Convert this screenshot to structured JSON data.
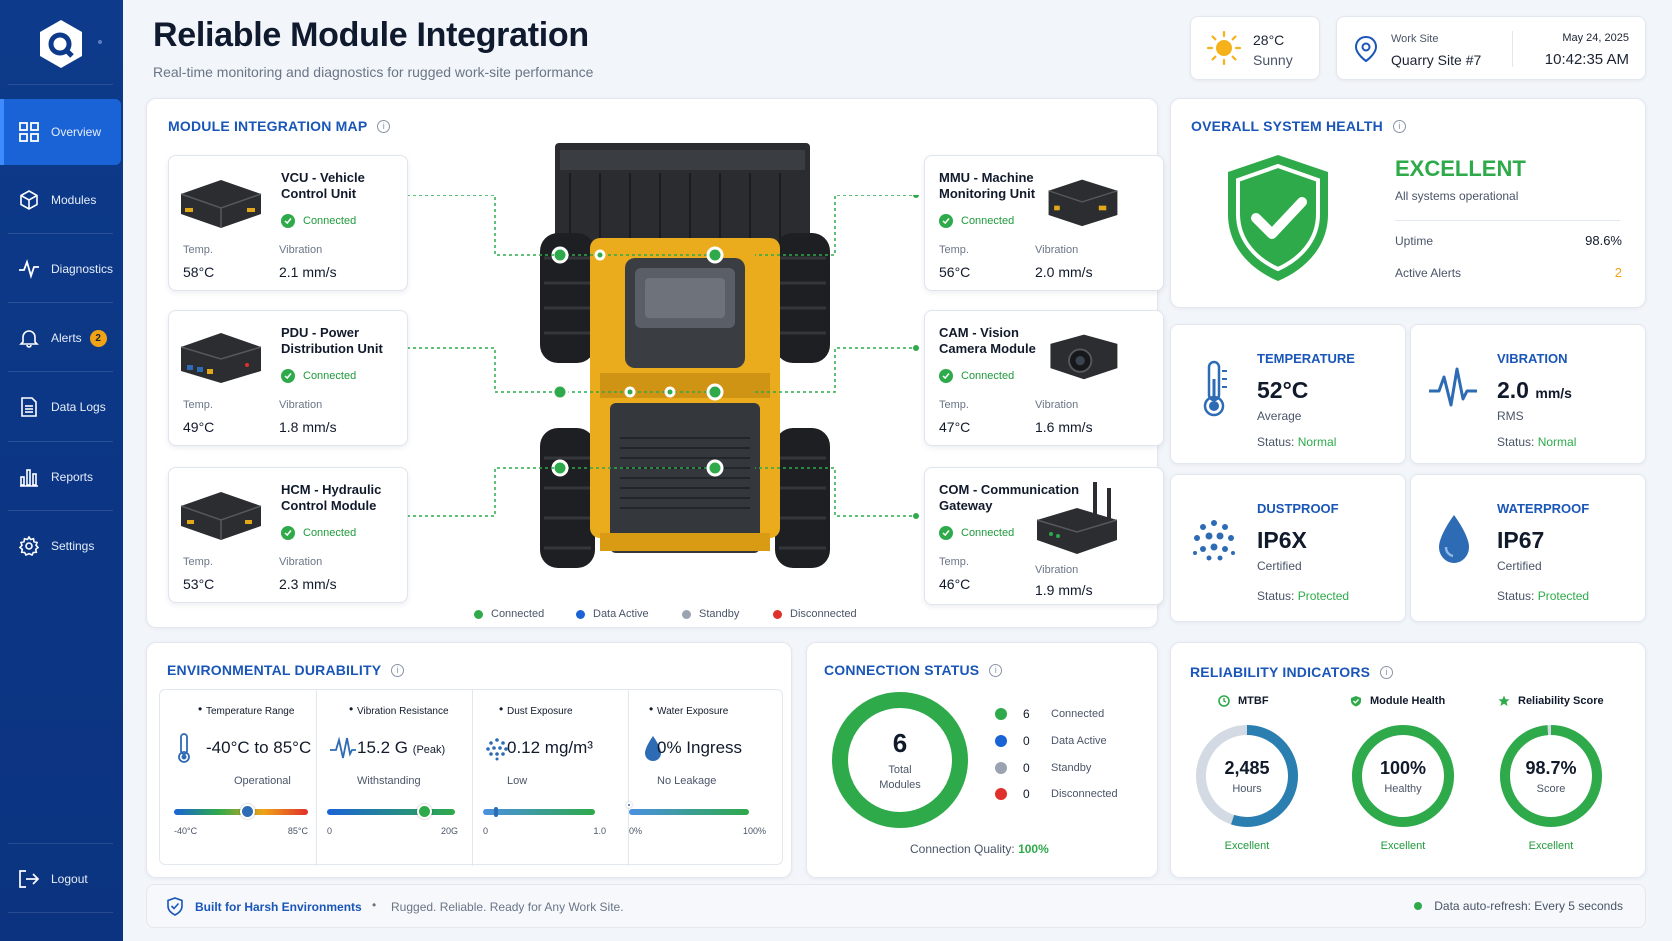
{
  "sidebar": {
    "items": [
      {
        "label": "Overview",
        "icon": "grid-icon",
        "active": true
      },
      {
        "label": "Modules",
        "icon": "cube-icon"
      },
      {
        "label": "Diagnostics",
        "icon": "pulse-icon"
      },
      {
        "label": "Alerts",
        "icon": "bell-icon",
        "badge": "2"
      },
      {
        "label": "Data Logs",
        "icon": "document-icon"
      },
      {
        "label": "Reports",
        "icon": "bar-chart-icon"
      },
      {
        "label": "Settings",
        "icon": "gear-icon"
      }
    ],
    "logout": "Logout"
  },
  "header": {
    "title": "Reliable Module Integration",
    "subtitle": "Real-time monitoring and diagnostics for rugged work-site performance",
    "weather": {
      "temp": "28°C",
      "condition": "Sunny"
    },
    "site": {
      "label": "Work Site",
      "value": "Quarry Site #7",
      "date": "May 24, 2025",
      "time": "10:42:35 AM"
    }
  },
  "map": {
    "title": "MODULE INTEGRATION MAP",
    "temp_label": "Temp.",
    "vib_label": "Vibration",
    "modules": [
      {
        "name": "VCU - Vehicle Control Unit",
        "status": "Connected",
        "temp": "58°C",
        "vibration": "2.1 mm/s"
      },
      {
        "name": "PDU - Power Distribution Unit",
        "status": "Connected",
        "temp": "49°C",
        "vibration": "1.8 mm/s"
      },
      {
        "name": "HCM - Hydraulic Control Module",
        "status": "Connected",
        "temp": "53°C",
        "vibration": "2.3 mm/s"
      },
      {
        "name": "MMU - Machine Monitoring Unit",
        "status": "Connected",
        "temp": "56°C",
        "vibration": "2.0 mm/s"
      },
      {
        "name": "CAM - Vision Camera Module",
        "status": "Connected",
        "temp": "47°C",
        "vibration": "1.6 mm/s"
      },
      {
        "name": "COM - Communication Gateway",
        "status": "Connected",
        "temp": "46°C",
        "vibration": "1.9 mm/s"
      }
    ],
    "legend": [
      {
        "label": "Connected",
        "color": "#2eaa4a"
      },
      {
        "label": "Data Active",
        "color": "#1a63d6"
      },
      {
        "label": "Standby",
        "color": "#9aa3af"
      },
      {
        "label": "Disconnected",
        "color": "#e0302b"
      }
    ]
  },
  "health": {
    "title": "OVERALL SYSTEM HEALTH",
    "status": "EXCELLENT",
    "sub": "All systems operational",
    "uptime_label": "Uptime",
    "uptime": "98.6%",
    "alerts_label": "Active Alerts",
    "alerts": "2"
  },
  "stats": {
    "temperature": {
      "title": "TEMPERATURE",
      "value": "52°C",
      "unit": "",
      "sub": "Average",
      "status_label": "Status:",
      "status": "Normal"
    },
    "vibration": {
      "title": "VIBRATION",
      "value": "2.0",
      "unit": "mm/s",
      "sub": "RMS",
      "status_label": "Status:",
      "status": "Normal"
    },
    "dustproof": {
      "title": "DUSTPROOF",
      "value": "IP6X",
      "unit": "",
      "sub": "Certified",
      "status_label": "Status:",
      "status": "Protected"
    },
    "waterproof": {
      "title": "WATERPROOF",
      "value": "IP67",
      "unit": "",
      "sub": "Certified",
      "status_label": "Status:",
      "status": "Protected"
    }
  },
  "env": {
    "title": "ENVIRONMENTAL DURABILITY",
    "cols": [
      {
        "head": "Temperature Range",
        "value": "-40°C to 85°C",
        "unit": "",
        "sub": "Operational",
        "lo": "-40°C",
        "hi": "85°C",
        "level": 0.55
      },
      {
        "head": "Vibration Resistance",
        "value": "15.2 G",
        "unit": "(Peak)",
        "sub": "Withstanding",
        "lo": "0",
        "hi": "20G",
        "level": 0.76
      },
      {
        "head": "Dust Exposure",
        "value": "0.12 mg/m³",
        "unit": "",
        "sub": "Low",
        "lo": "0",
        "hi": "1.0",
        "level": 0.12
      },
      {
        "head": "Water Exposure",
        "value": "0% Ingress",
        "unit": "",
        "sub": "No Leakage",
        "lo": "0%",
        "hi": "100%",
        "level": 0.0
      }
    ]
  },
  "connection": {
    "title": "CONNECTION STATUS",
    "total": "6",
    "total_l1": "Total",
    "total_l2": "Modules",
    "rows": [
      {
        "n": "6",
        "label": "Connected",
        "color": "#2eaa4a"
      },
      {
        "n": "0",
        "label": "Data Active",
        "color": "#1a63d6"
      },
      {
        "n": "0",
        "label": "Standby",
        "color": "#9aa3af"
      },
      {
        "n": "0",
        "label": "Disconnected",
        "color": "#e0302b"
      }
    ],
    "quality_label": "Connection Quality:",
    "quality": "100%"
  },
  "reliability": {
    "title": "RELIABILITY INDICATORS",
    "items": [
      {
        "head": "MTBF",
        "value": "2,485",
        "sub": "Hours",
        "foot": "Excellent",
        "fill": 0.55
      },
      {
        "head": "Module Health",
        "value": "100%",
        "sub": "Healthy",
        "foot": "Excellent",
        "fill": 1.0
      },
      {
        "head": "Reliability Score",
        "value": "98.7%",
        "sub": "Score",
        "foot": "Excellent",
        "fill": 0.987
      }
    ]
  },
  "footer": {
    "strong": "Built for Harsh Environments",
    "text": "Rugged. Reliable. Ready for Any Work Site.",
    "refresh": "Data auto-refresh: Every 5 seconds"
  }
}
